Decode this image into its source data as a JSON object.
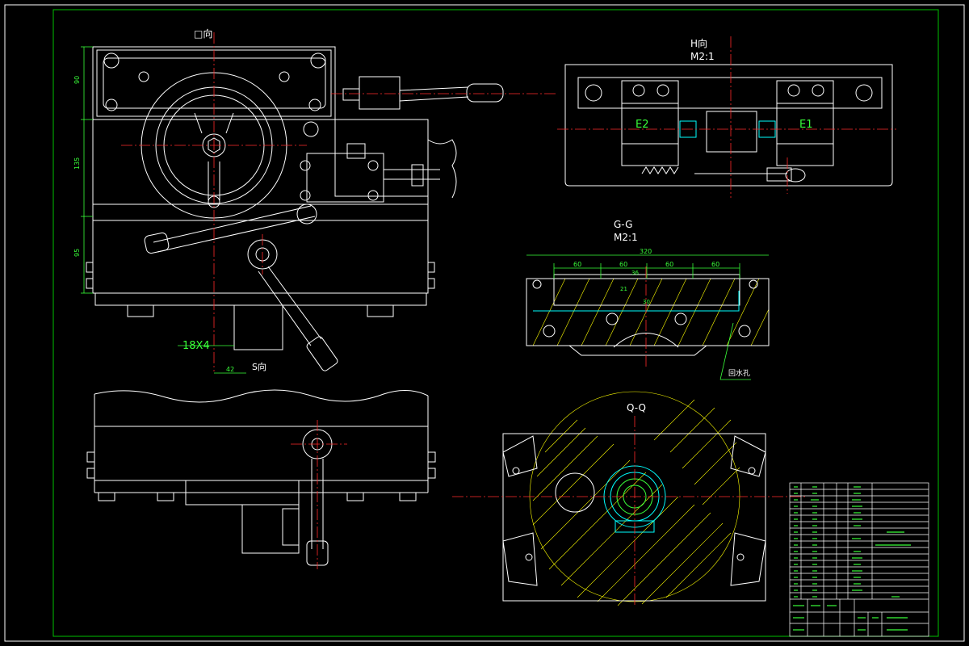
{
  "views": {
    "front": {
      "title": "□向",
      "dims": {
        "v1": "90",
        "v2": "135",
        "v3": "95",
        "h1": "42",
        "note": "18X4"
      },
      "arrow_label": "S向"
    },
    "h_view": {
      "title": "H向",
      "scale": "M2:1",
      "label_e2": "E2",
      "label_e1": "E1"
    },
    "gg_view": {
      "title": "G-G",
      "scale": "M2:1",
      "overall": "320",
      "spacings": [
        "60",
        "60",
        "60",
        "60"
      ],
      "small1": "36",
      "small2": "21",
      "small3": "30",
      "note": "回水孔"
    },
    "qq_view": {
      "title": "Q-Q"
    }
  },
  "colors": {
    "outline": "#ffffff",
    "dim": "#39ff39",
    "center": "#ff2a2a",
    "hidden": "#00ffff",
    "hatch": "#ffff00",
    "frame": "#00c000"
  }
}
